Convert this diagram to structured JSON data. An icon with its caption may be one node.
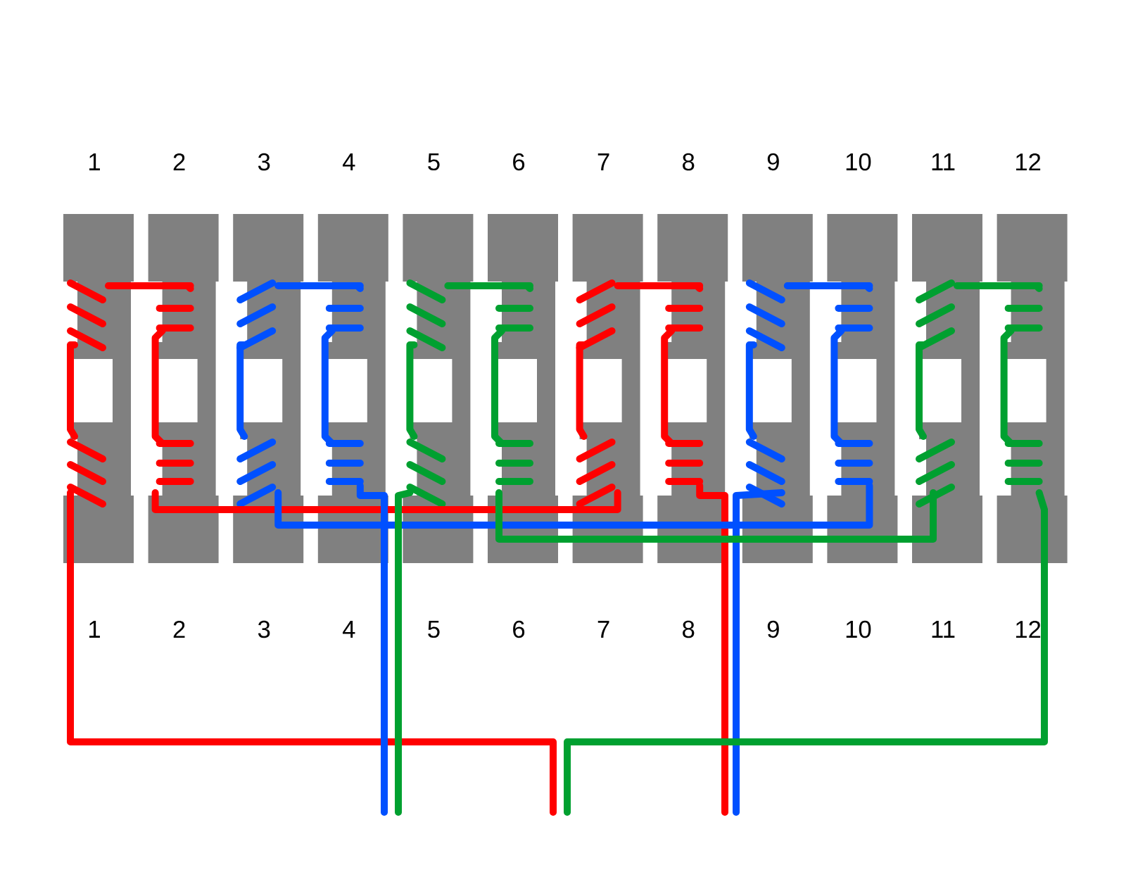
{
  "diagram": {
    "labels": [
      "1",
      "2",
      "3",
      "4",
      "5",
      "6",
      "7",
      "8",
      "9",
      "10",
      "11",
      "12",
      "1",
      "2",
      "3",
      "4",
      "5",
      "6",
      "7",
      "8",
      "9",
      "10",
      "11",
      "12"
    ]
  }
}
